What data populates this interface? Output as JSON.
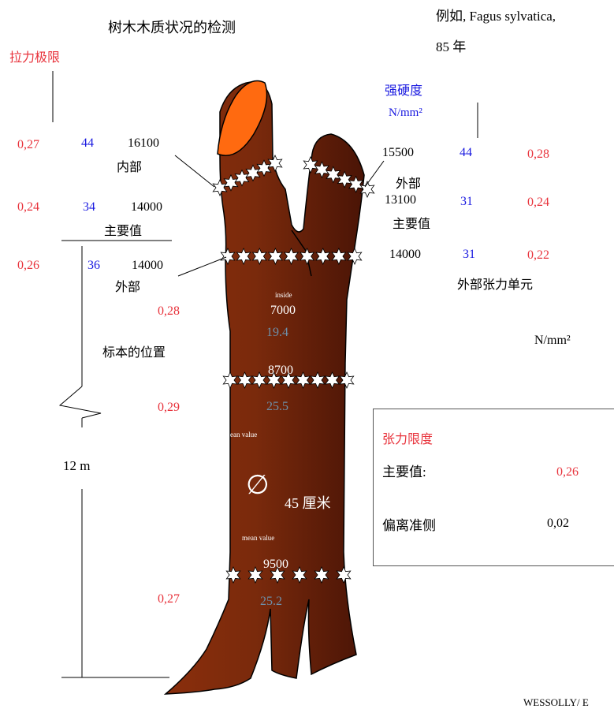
{
  "header": {
    "title": "树木木质状况的检测",
    "example_line1": "例如, Fagus sylvatica,",
    "example_line2": "85  年"
  },
  "left": {
    "tension_limit_label": "拉力极限",
    "rows": [
      {
        "ratio": "0,27",
        "hardness": "44",
        "modulus": "16100"
      },
      {
        "ratio": "0,24",
        "hardness": "34",
        "modulus": "14000"
      },
      {
        "ratio": "0,26",
        "hardness": "36",
        "modulus": "14000"
      }
    ],
    "inner_label": "内部",
    "main_value_label": "主要值",
    "outer_label": "外部",
    "sample_position_label": "标本的位置",
    "height_label": "12 m"
  },
  "right": {
    "hardness_label": "强硬度",
    "hardness_unit": "N/mm²",
    "rows": [
      {
        "modulus": "15500",
        "hardness": "44",
        "ratio": "0,28"
      },
      {
        "modulus": "13100",
        "hardness": "31",
        "ratio": "0,24"
      },
      {
        "modulus": "14000",
        "hardness": "31",
        "ratio": "0,22"
      }
    ],
    "outer_label": "外部",
    "main_value_label": "主要值",
    "outer_tension_unit": "外部张力单元",
    "unit": "N/mm²"
  },
  "trunk": {
    "inside_label": "inside",
    "mean_label_1": "ean value",
    "mean_label_2": "mean value",
    "diameter_symbol": "∅",
    "diameter_value": "45  厘米",
    "levels": [
      {
        "side_ratio": "0,28",
        "modulus": "7000",
        "strength": "19.4"
      },
      {
        "side_ratio": "0,29",
        "modulus": "8700",
        "strength": "25.5"
      },
      {
        "side_ratio": "0,27",
        "modulus": "9500",
        "strength": "25.2"
      }
    ]
  },
  "summary": {
    "title": "张力限度",
    "main_value_label": "主要值:",
    "main_value": "0,26",
    "deviation_label": "偏离准侧",
    "deviation_value": "0,02"
  },
  "credit": "WESSOLLY/ E",
  "colors": {
    "red": "#e8333c",
    "blue": "#1a1ae0",
    "gray": "#6e8fa8",
    "trunk_dark": "#5a1a08",
    "trunk_light": "#9a3510",
    "cut_orange": "#ff6a10"
  }
}
